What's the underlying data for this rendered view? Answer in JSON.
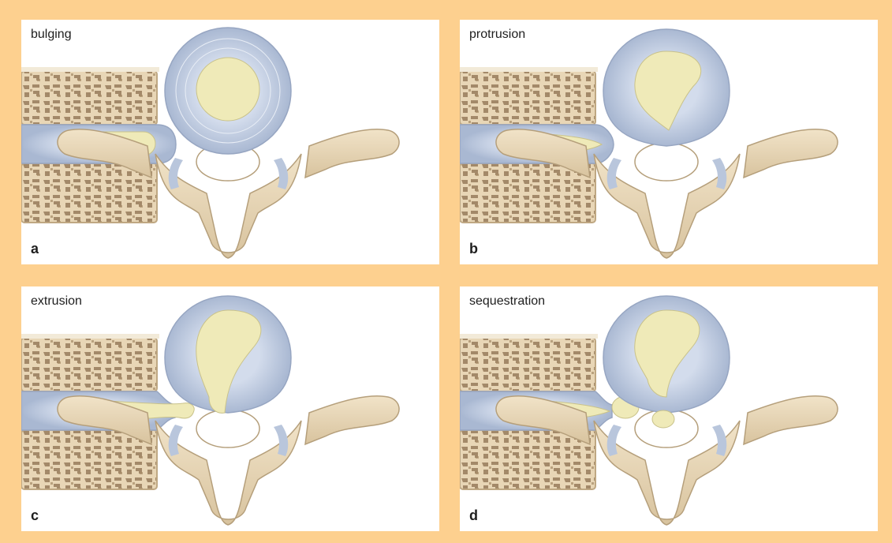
{
  "panels": [
    {
      "title": "bulging",
      "letter": "a"
    },
    {
      "title": "protrusion",
      "letter": "b"
    },
    {
      "title": "extrusion",
      "letter": "c"
    },
    {
      "title": "sequestration",
      "letter": "d"
    }
  ],
  "colors": {
    "background": "#fdd08f",
    "bone": "#ecdcc0",
    "annulus": "#c7d2e3",
    "nucleus": "#efeab8"
  }
}
